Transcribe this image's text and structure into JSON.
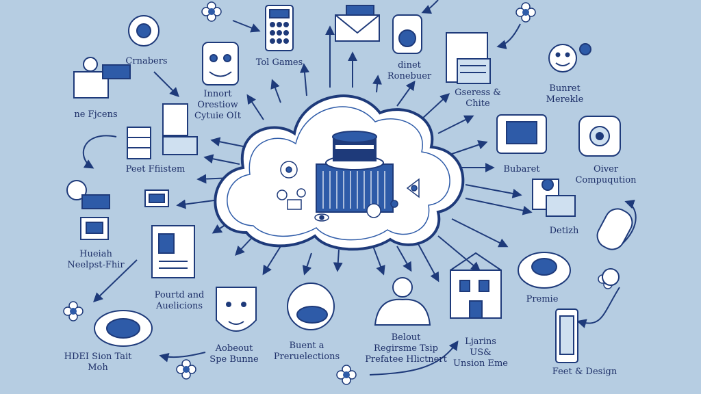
{
  "colors": {
    "background": "#b6cde2",
    "ink": "#1e3a7a",
    "cloud_fill": "#ffffff",
    "accent_blue": "#2e5ba8"
  },
  "labels": {
    "crnabers": "Crnabers",
    "be_fjcens": "ne Fjcens",
    "tol_games": "Tol Games",
    "innort": "Innort\nOrestiow\nCytuie OIt",
    "dinet": "dinet\nRonebuer",
    "gseress": "Gseress &\nChite",
    "bunret": "Bunret\nMerekle",
    "peet": "Peet Ffiistem",
    "bubaret": "Bubaret",
    "oiver": "Oiver\nCompuqution",
    "detizh": "Detizh",
    "hueiah": "Hueiah\nNeelpst-Fhir",
    "pourtd": "Pourtd and\nAuelicions",
    "premie": "Premie",
    "hdei": "HDEI Sion Tait\nMoh",
    "aobeout": "Aobeout\nSpe Bunne",
    "buent": "Buent a\nPreruelections",
    "belout": "Belout\nRegirsme Tsip\nPrefatee Hlictnert",
    "ljarins": "Ljarins\nUS&\nUnsion Eme",
    "feet_design": "Feet & Design"
  },
  "icons": [
    "webcam-icon",
    "robot-face-icon",
    "phone-icon",
    "envelope-icon",
    "speaker-icon",
    "flower-icon",
    "gear-dots-icon",
    "cat-face-icon",
    "tablet-icon",
    "smiling-face-icon",
    "desk-person-icon",
    "filing-cabinet-icon",
    "document-stack-icon",
    "gadget-cluster-icon",
    "chip-icon",
    "webcam-stand-icon",
    "monitor-icon",
    "document-icon",
    "house-icon",
    "pill-bottle-icon",
    "shell-icon",
    "face-mask-icon",
    "hand-bowl-icon",
    "person-bust-icon",
    "building-icon",
    "bracelet-icon",
    "smartphone-icon",
    "server-processor-icon"
  ]
}
